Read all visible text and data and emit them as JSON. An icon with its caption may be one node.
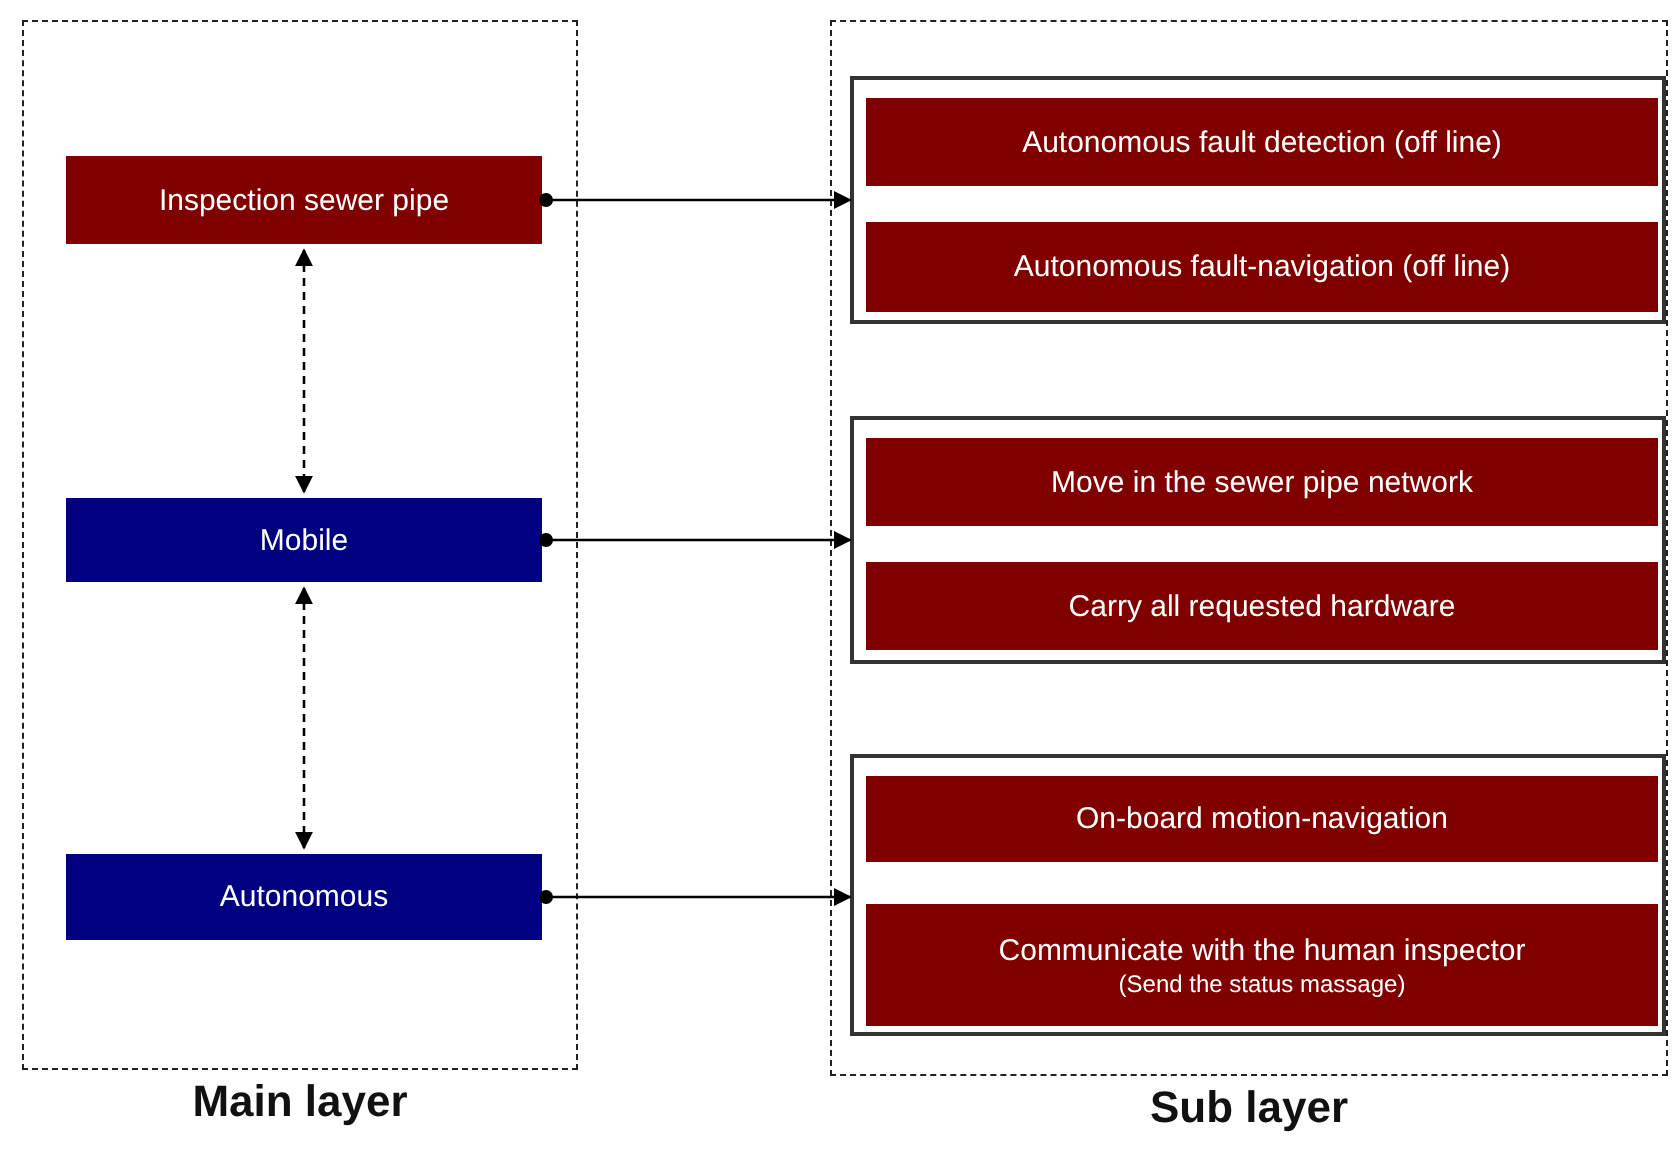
{
  "diagram": {
    "nodes": [
      {
        "text": [
          "Main layer"
        ]
      },
      {
        "text": [
          "Inspection sewer pipe"
        ],
        "in": 0
      },
      {
        "text": [
          "Mobile"
        ],
        "in": 0
      },
      {
        "text": [
          "Autonomous"
        ],
        "in": 0
      },
      {
        "text": [
          "Sub layer"
        ]
      },
      {
        "text": [],
        "shape": "box",
        "in": 4
      },
      {
        "text": [
          "Autonomous fault detection (off line)"
        ],
        "in": 5
      },
      {
        "text": [
          "Autonomous fault-navigation (off line)"
        ],
        "in": 5
      },
      {
        "text": [],
        "shape": "box",
        "in": 4
      },
      {
        "text": [
          "Move in the sewer pipe network"
        ],
        "in": 8
      },
      {
        "text": [
          "Carry all requested hardware"
        ],
        "in": 8
      },
      {
        "text": [],
        "shape": "box",
        "in": 4
      },
      {
        "text": [
          "On-board motion-navigation"
        ],
        "in": 11
      },
      {
        "text": [
          "Communicate with the human inspector",
          "(Send the status massage)"
        ],
        "in": 11
      }
    ],
    "edges": [
      {
        "from": 1,
        "to": 5,
        "arrow": "to"
      },
      {
        "from": 2,
        "to": 8,
        "arrow": "to"
      },
      {
        "from": 3,
        "to": 11,
        "arrow": "to"
      },
      {
        "from": 1,
        "to": 2,
        "arrow": "both",
        "style": "dashed"
      },
      {
        "from": 2,
        "to": 3,
        "arrow": "both",
        "style": "dashed"
      }
    ]
  }
}
